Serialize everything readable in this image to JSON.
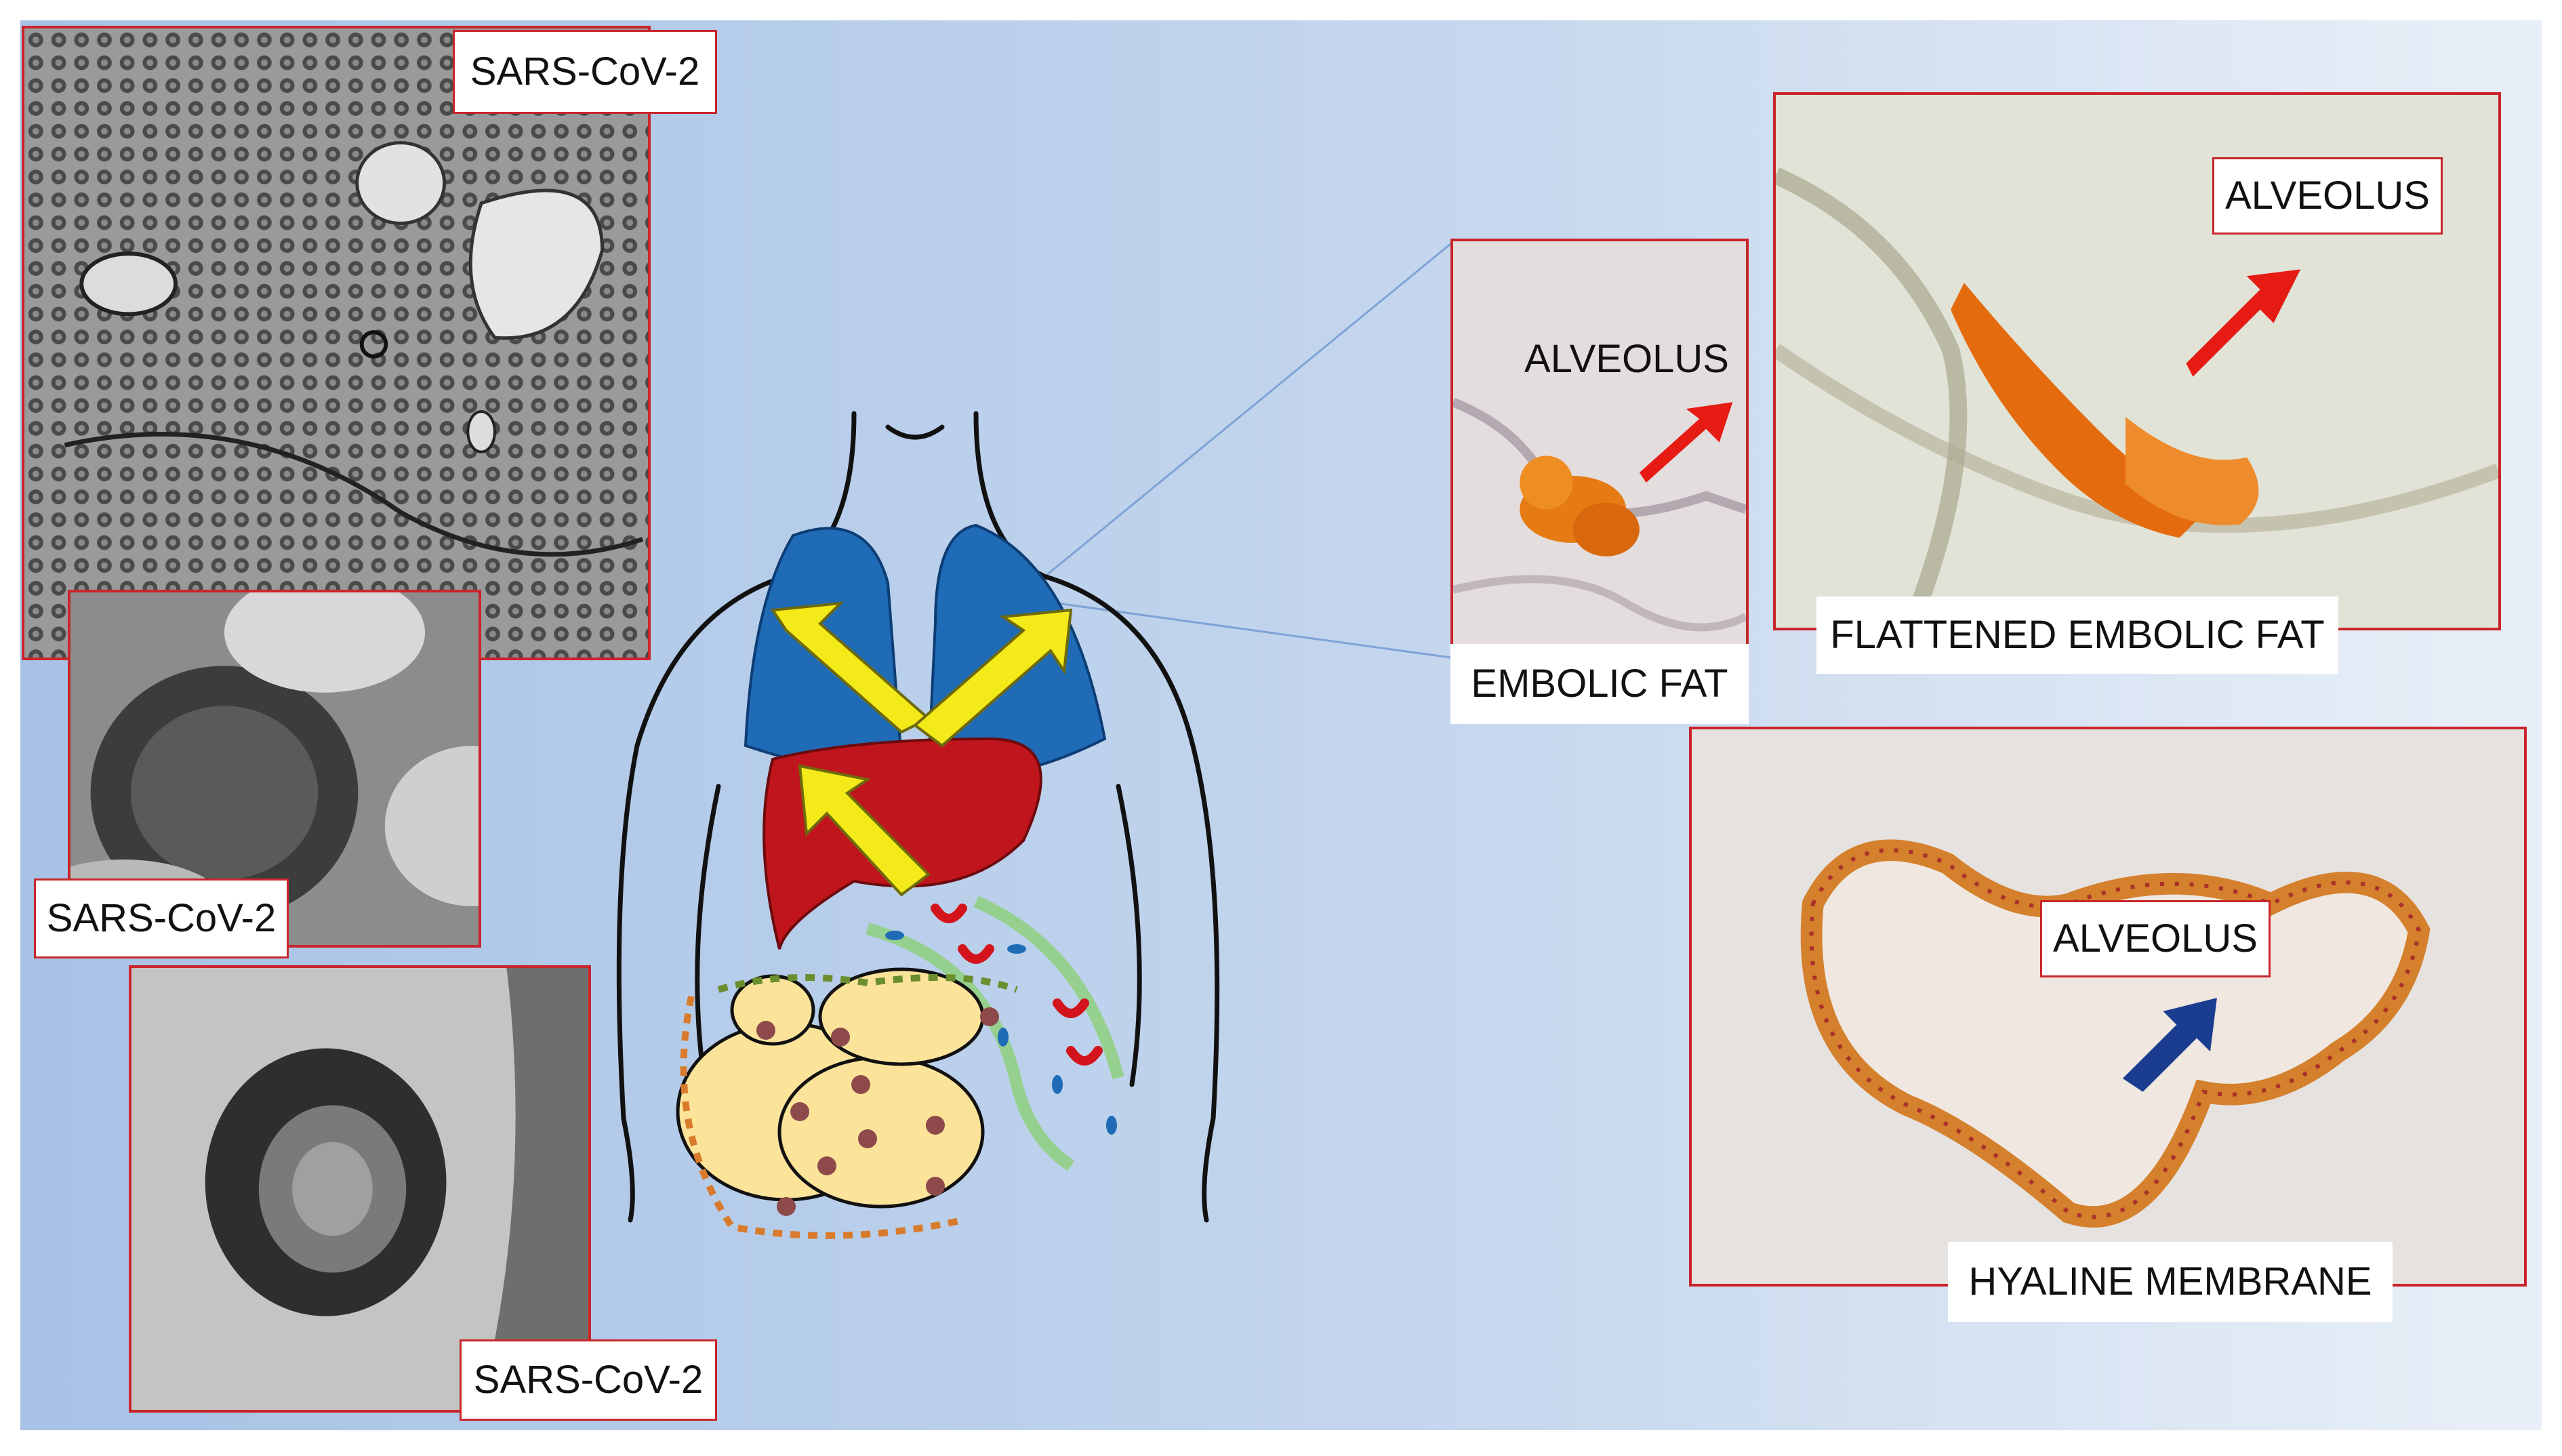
{
  "labels": {
    "em_top": "SARS-CoV-2",
    "em_mid": "SARS-CoV-2",
    "em_bottom": "SARS-CoV-2",
    "alveolus_small": "ALVEOLUS",
    "embolic_fat": "EMBOLIC FAT",
    "alveolus_large": "ALVEOLUS",
    "flattened_embolic_fat": "FLATTENED EMBOLIC FAT",
    "alveolus_bottom": "ALVEOLUS",
    "hyaline_membrane": "HYALINE MEMBRANE"
  },
  "colors": {
    "frame": "#c9252b",
    "lungs": "#1f6bb5",
    "liver": "#c0151c",
    "arrows": "#f4ea1a",
    "fat_arrow": "#e51b14",
    "hyaline_arrow": "#1b3d8f",
    "adipose": "#fbe39a"
  }
}
